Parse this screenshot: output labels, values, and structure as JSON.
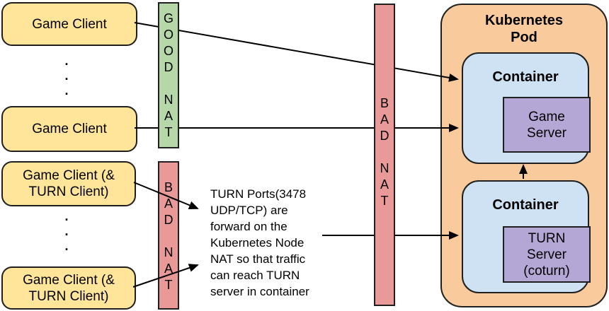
{
  "diagram": {
    "clients": {
      "client1": "Game Client",
      "client2": "Game Client",
      "client3": "Game Client (&\nTURN Client)",
      "client4": "Game Client (&\nTURN Client)"
    },
    "dots": ".\n.\n.",
    "nats": {
      "good_nat": "G\nO\nO\nD\n\nN\nA\nT",
      "bad_nat_left": "B\nA\nD\n\nN\nA\nT",
      "bad_nat_middle": "B\nA\nD\n\nN\nA\nT"
    },
    "annotation": "TURN Ports(3478\nUDP/TCP) are\nforward on the\nKubernetes Node\nNAT so that traffic\ncan reach TURN\nserver in container",
    "pod": {
      "title": "Kubernetes\nPod",
      "containers": [
        {
          "title": "Container",
          "inner": "Game\nServer"
        },
        {
          "title": "Container",
          "inner": "TURN\nServer\n(coturn)"
        }
      ]
    },
    "colors": {
      "client_fill": "#ffe599",
      "good_nat_fill": "#b6d7a8",
      "bad_nat_fill": "#ea9999",
      "pod_fill": "#f9cb9c",
      "container_fill": "#cfe2f3",
      "server_fill": "#b4a7d6",
      "arrow": "#000000",
      "border": "#1f1f1f"
    }
  }
}
